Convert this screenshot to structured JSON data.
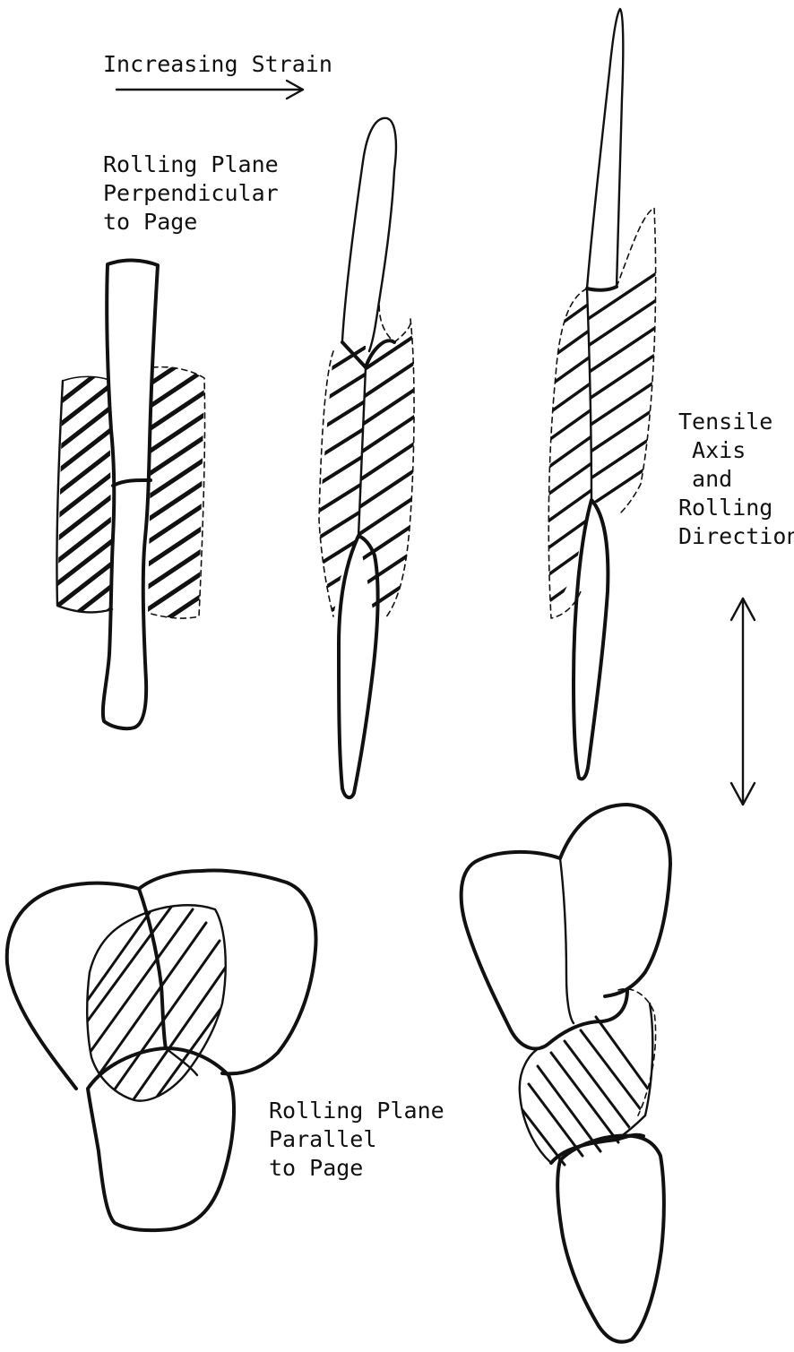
{
  "labels": {
    "increasing_strain": "Increasing Strain",
    "rolling_plane_perpendicular": "Rolling Plane\nPerpendicular\nto Page",
    "tensile_axis": "Tensile\n Axis\n and\nRolling\nDirection",
    "rolling_plane_parallel": "Rolling Plane\nParallel\nto Page"
  }
}
